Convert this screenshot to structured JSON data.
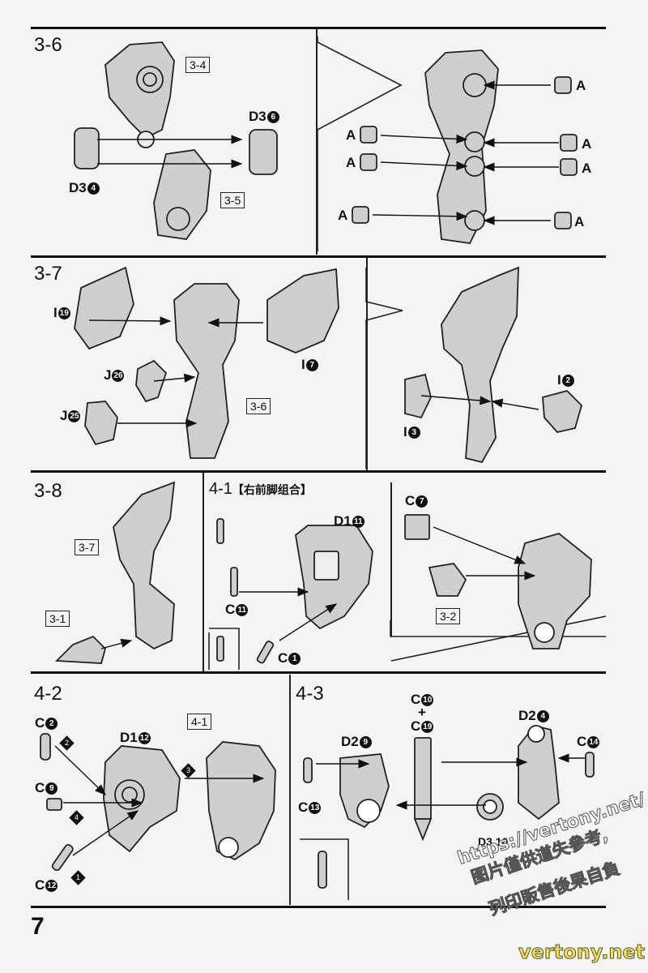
{
  "page": {
    "number": "7"
  },
  "steps": {
    "s36": "3-6",
    "s37": "3-7",
    "s38": "3-8",
    "s41": "4-1",
    "s41_title": "【右前脚组合】",
    "s42": "4-2",
    "s43": "4-3"
  },
  "boxes": {
    "b34": "3-4",
    "b35": "3-5",
    "b36": "3-6",
    "b37": "3-7",
    "b31": "3-1",
    "b32": "3-2",
    "b41": "4-1"
  },
  "parts": {
    "a": "A",
    "d3": "D3",
    "d3_6": "6",
    "d3_4": "4",
    "i19_l": "I",
    "i19": "19",
    "i7_l": "I",
    "i7": "7",
    "j26_l": "J",
    "j26": "26",
    "j25_l": "J",
    "j25": "25",
    "i2_l": "I",
    "i2": "2",
    "i3_l": "I",
    "i3": "3",
    "d1_l": "D1",
    "d1_11": "11",
    "d1_12": "12",
    "c_l": "C",
    "c7": "7",
    "c11": "11",
    "c1": "1",
    "c2": "2",
    "c9": "9",
    "c12": "12",
    "d2_l": "D2",
    "d2_9": "9",
    "d2_4": "4",
    "c10": "10",
    "c19": "19",
    "c13": "13",
    "c14": "14",
    "plus": "+",
    "d3_10": "D3 10"
  },
  "order": {
    "o1": "1",
    "o2": "2",
    "o3": "3",
    "o4": "4"
  },
  "watermark": {
    "url": "https://vertony.net/",
    "line1": "图片僅供道失參考,",
    "line2": "列印販售後果自負",
    "brand": "vertony.net"
  }
}
